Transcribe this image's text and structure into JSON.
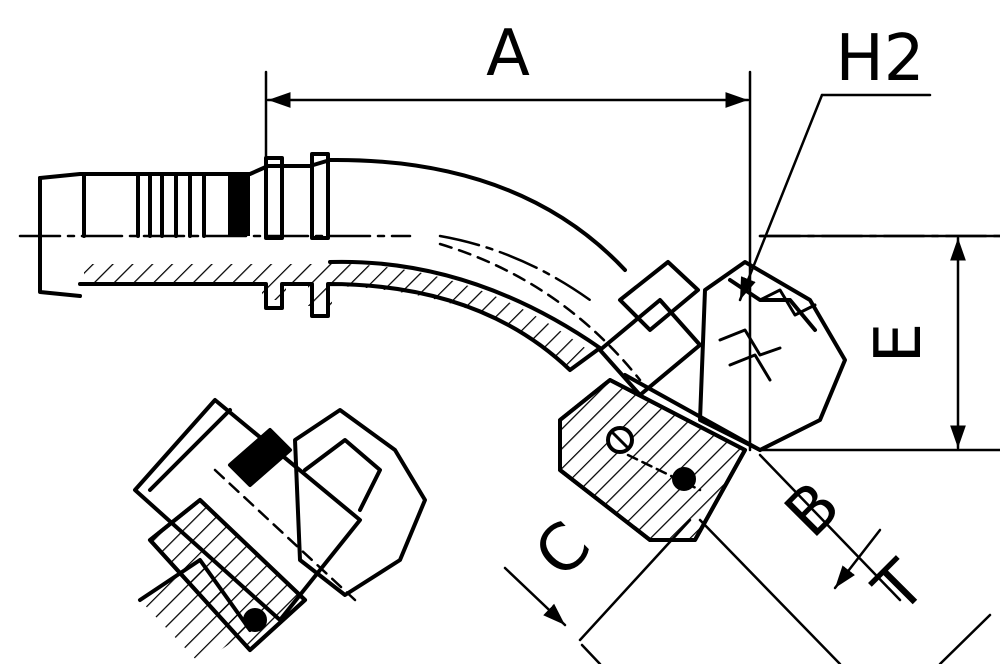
{
  "labels": {
    "A": "A",
    "H2": "H2",
    "E": "E",
    "B": "B",
    "C": "C",
    "T": "T"
  },
  "colors": {
    "ink": "#000000",
    "paper": "#ffffff"
  }
}
